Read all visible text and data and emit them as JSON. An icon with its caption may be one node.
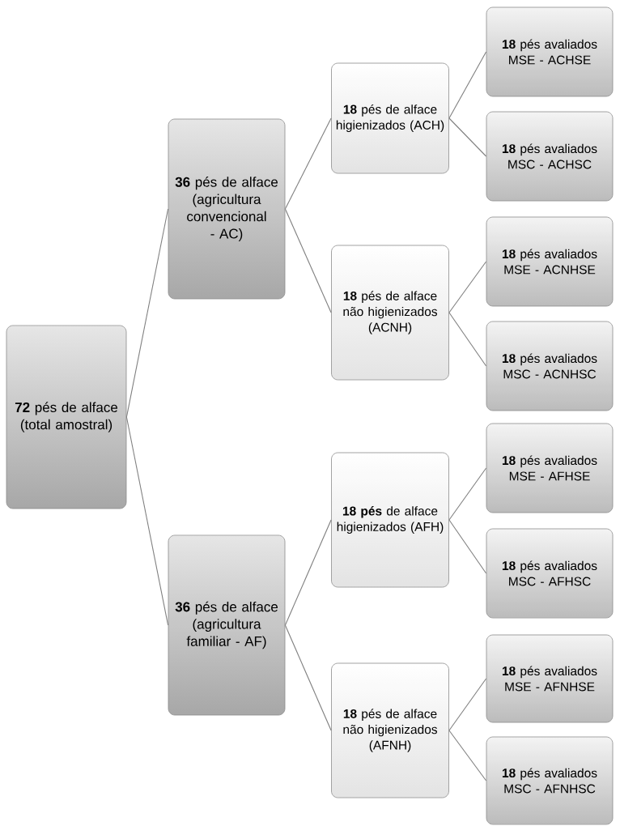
{
  "diagram": {
    "nodes": [
      {
        "text": [
          "**72** pés de alface (total amostral)"
        ]
      },
      {
        "text": [
          "**36** pés de alface (agricultura convencional - AC)"
        ]
      },
      {
        "text": [
          "**18** pés de alface higienizados (ACH)"
        ]
      },
      {
        "text": [
          "**18** pés avaliados MSE - ACHSE"
        ]
      },
      {
        "text": [
          "**18** pés avaliados MSC - ACHSC"
        ]
      },
      {
        "text": [
          "**18** pés de alface não higienizados (ACNH)"
        ]
      },
      {
        "text": [
          "**18** pés avaliados MSE - ACNHSE"
        ]
      },
      {
        "text": [
          "**18** pés avaliados MSC - ACNHSC"
        ]
      },
      {
        "text": [
          "**36** pés de alface (agricultura familiar - AF)"
        ]
      },
      {
        "text": [
          "**18 pés** de alface higienizados (AFH)"
        ]
      },
      {
        "text": [
          "**18** pés avaliados MSE - AFHSE"
        ]
      },
      {
        "text": [
          "**18** pés avaliados MSC - AFHSC"
        ]
      },
      {
        "text": [
          "**18** pés de alface não higienizados (AFNH)"
        ]
      },
      {
        "text": [
          "**18** pés avaliados MSE - AFNHSE"
        ]
      },
      {
        "text": [
          "**18** pés avaliados MSC - AFNHSC"
        ]
      }
    ],
    "edges": [
      {
        "from": 0,
        "to": 1,
        "arrow": "none"
      },
      {
        "from": 0,
        "to": 8,
        "arrow": "none"
      },
      {
        "from": 1,
        "to": 2,
        "arrow": "none"
      },
      {
        "from": 1,
        "to": 5,
        "arrow": "none"
      },
      {
        "from": 2,
        "to": 3,
        "arrow": "none"
      },
      {
        "from": 2,
        "to": 4,
        "arrow": "none"
      },
      {
        "from": 5,
        "to": 6,
        "arrow": "none"
      },
      {
        "from": 5,
        "to": 7,
        "arrow": "none"
      },
      {
        "from": 8,
        "to": 9,
        "arrow": "none"
      },
      {
        "from": 8,
        "to": 12,
        "arrow": "none"
      },
      {
        "from": 9,
        "to": 10,
        "arrow": "none"
      },
      {
        "from": 9,
        "to": 11,
        "arrow": "none"
      },
      {
        "from": 12,
        "to": 13,
        "arrow": "none"
      },
      {
        "from": 12,
        "to": 14,
        "arrow": "none"
      }
    ]
  }
}
